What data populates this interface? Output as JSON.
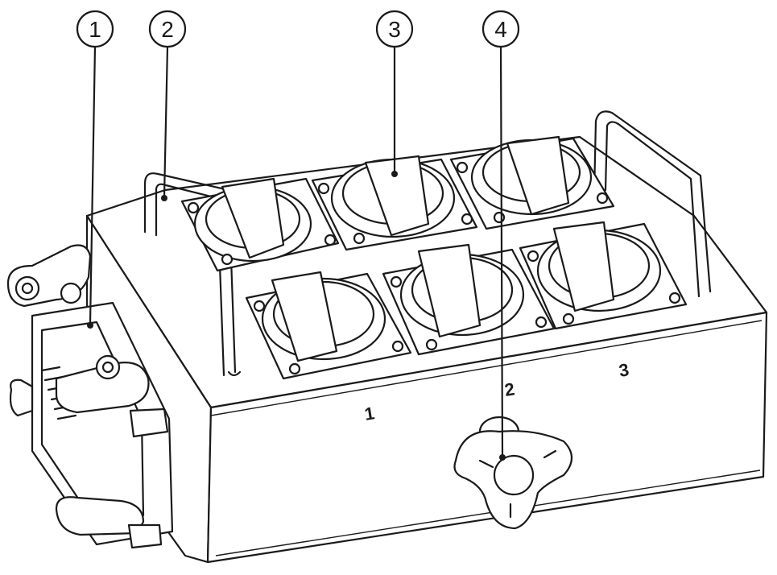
{
  "callouts": [
    {
      "id": "1",
      "label": "1"
    },
    {
      "id": "2",
      "label": "2"
    },
    {
      "id": "3",
      "label": "3"
    },
    {
      "id": "4",
      "label": "4"
    }
  ],
  "group_labels": [
    {
      "id": "g1",
      "label": "1"
    },
    {
      "id": "g2",
      "label": "2"
    },
    {
      "id": "g3",
      "label": "3"
    }
  ],
  "colors": {
    "line": "#1a1a1a",
    "background": "#ffffff"
  }
}
